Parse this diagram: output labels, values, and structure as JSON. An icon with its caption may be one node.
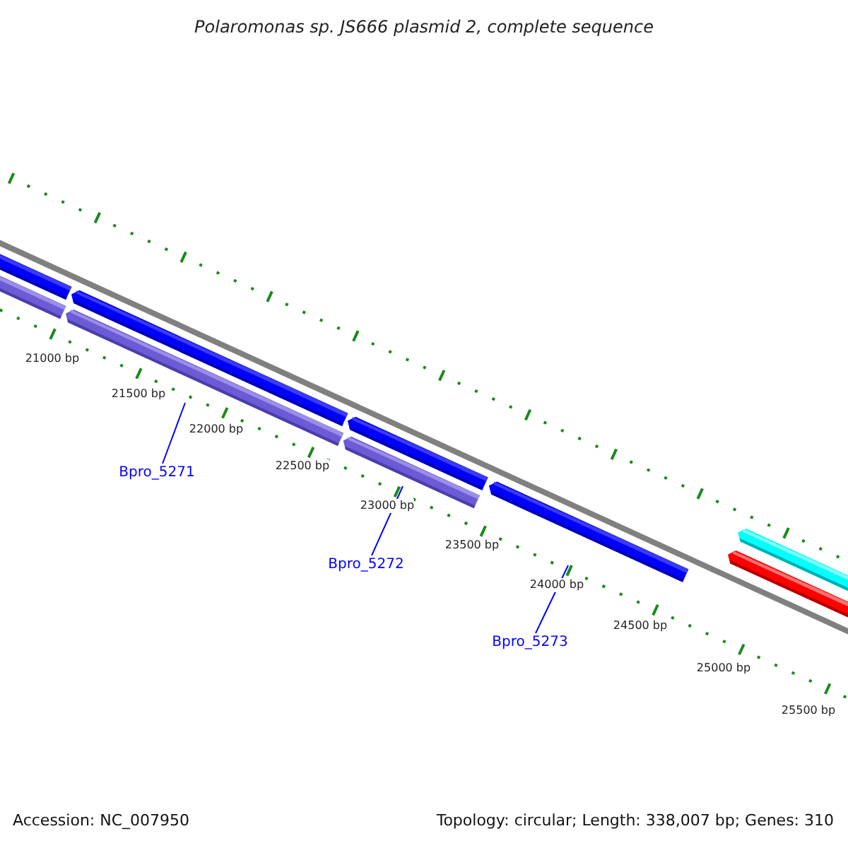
{
  "diagram": {
    "title": "Polaromonas sp. JS666 plasmid 2, complete sequence",
    "nodes": [
      {
        "text": [
          "Bpro_5271"
        ]
      },
      {
        "text": [
          "Bpro_5272"
        ]
      },
      {
        "text": [
          "Bpro_5273"
        ]
      }
    ],
    "edges": [
      {
        "from": 0,
        "to": null,
        "arrow": "none"
      },
      {
        "from": 1,
        "to": null,
        "arrow": "none"
      },
      {
        "from": 2,
        "to": null,
        "arrow": "none"
      }
    ],
    "labels": [
      "21000 bp",
      "21500 bp",
      "22000 bp",
      "22500 bp",
      "23000 bp",
      "23500 bp",
      "24000 bp",
      "24500 bp",
      "25000 bp",
      "25500 bp",
      "Accession: NC_007950",
      "Topology: circular; Length: 338,007 bp; Genes: 310"
    ]
  }
}
